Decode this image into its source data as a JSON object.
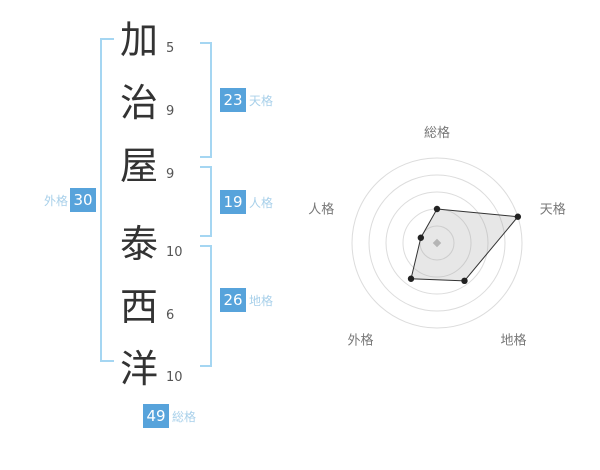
{
  "name_analysis": {
    "chars": [
      {
        "char": "加",
        "strokes": "5"
      },
      {
        "char": "治",
        "strokes": "9"
      },
      {
        "char": "屋",
        "strokes": "9"
      },
      {
        "char": "泰",
        "strokes": "10"
      },
      {
        "char": "西",
        "strokes": "6"
      },
      {
        "char": "洋",
        "strokes": "10"
      }
    ],
    "gaikaku": {
      "value": "30",
      "label": "外格"
    },
    "tenkaku": {
      "value": "23",
      "label": "天格"
    },
    "jinkaku": {
      "value": "19",
      "label": "人格"
    },
    "chikaku": {
      "value": "26",
      "label": "地格"
    },
    "soukaku": {
      "value": "49",
      "label": "総格"
    }
  },
  "colors": {
    "badge_blue": "#57a3db",
    "label_blue": "#a8d0ea",
    "bracket_blue": "#a5d6f2",
    "ring_gray": "#dcdcdc",
    "polygon_line": "#333333",
    "dot": "#222222",
    "axis_label": "#777777"
  },
  "chart_data": {
    "type": "radar",
    "categories": [
      "総格",
      "天格",
      "地格",
      "外格",
      "人格"
    ],
    "values": [
      40,
      100,
      55,
      52,
      20
    ],
    "max": 100,
    "rings": 5,
    "start_angle_deg": 90,
    "direction": "clockwise",
    "legend": "none",
    "title": ""
  }
}
